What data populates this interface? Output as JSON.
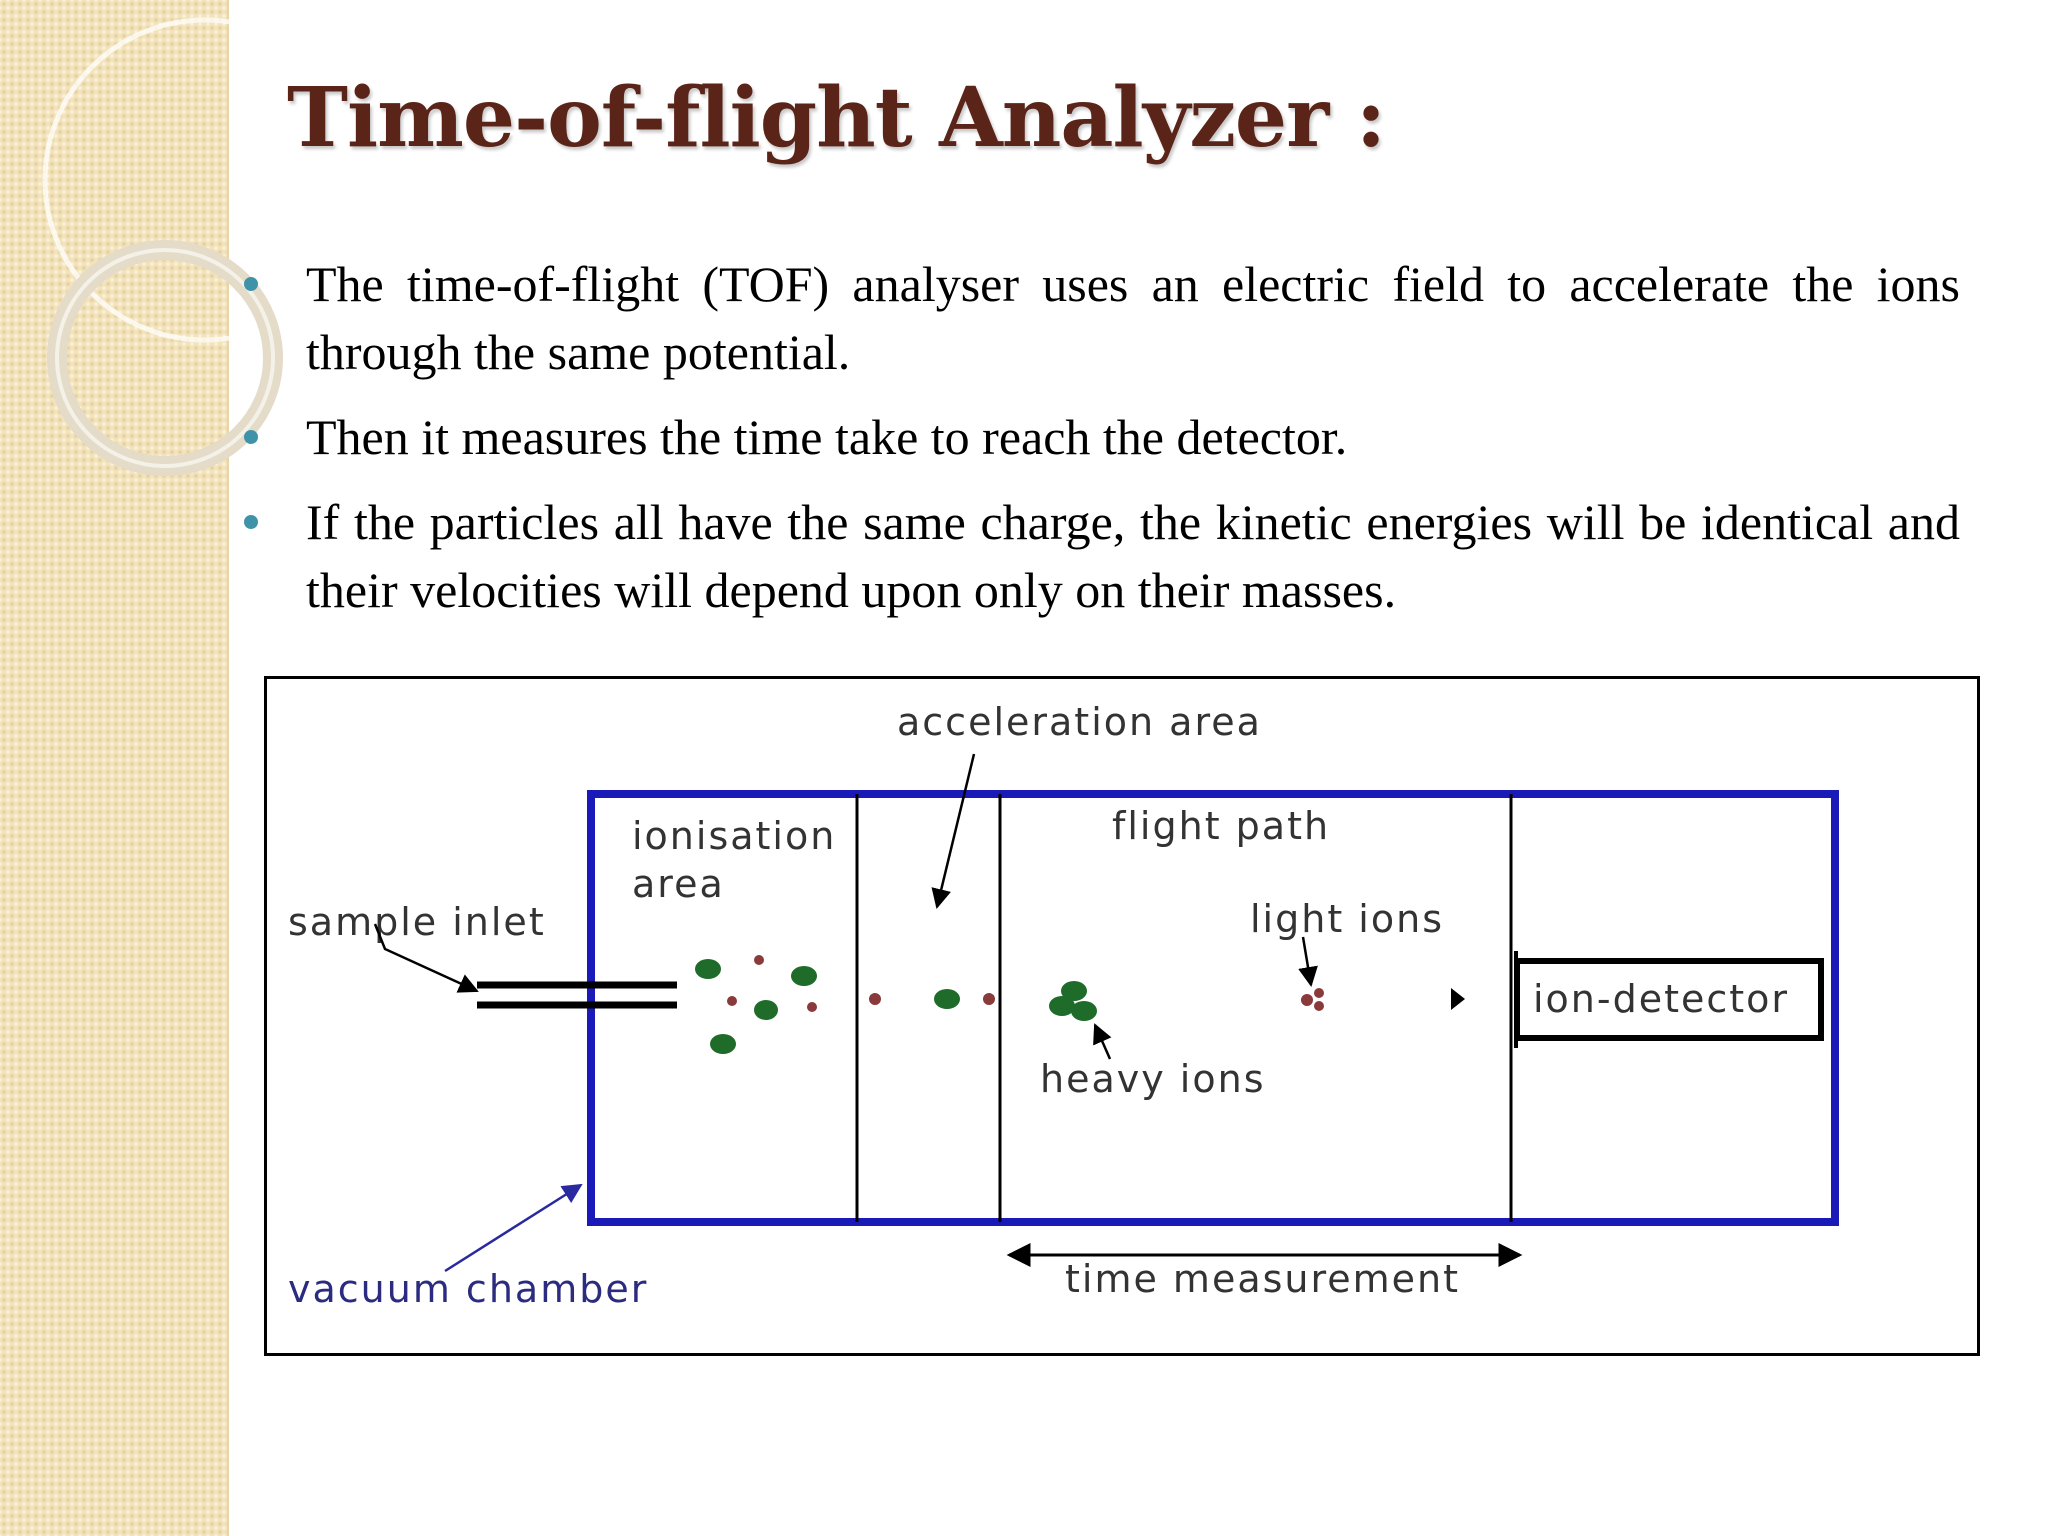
{
  "slide": {
    "title": "Time-of-flight Analyzer :",
    "bullets": [
      "The time-of-flight (TOF) analyser uses an electric field to accelerate the ions through the same potential.",
      "Then it measures the time take to reach the detector.",
      "If the particles all have the same charge, the kinetic energies will be identical and their velocities will depend upon only on their masses."
    ]
  },
  "diagram": {
    "labels": {
      "acceleration_area": "acceleration area",
      "ionisation_area_line1": "ionisation",
      "ionisation_area_line2": "area",
      "flight_path": "flight path",
      "sample_inlet": "sample inlet",
      "light_ions": "light ions",
      "ion_detector": "ion-detector",
      "heavy_ions": "heavy ions",
      "vacuum_chamber": "vacuum chamber",
      "time_measurement": "time measurement"
    },
    "colors": {
      "chamber_border": "#1a1ab8",
      "heavy_ion": "#1f6b2a",
      "light_ion": "#8a3a3a",
      "vacuum_arrow": "#2a2aa0",
      "title": "#5b2418",
      "bullet": "#3f93a9",
      "side_band": "#f2e3bc"
    }
  }
}
